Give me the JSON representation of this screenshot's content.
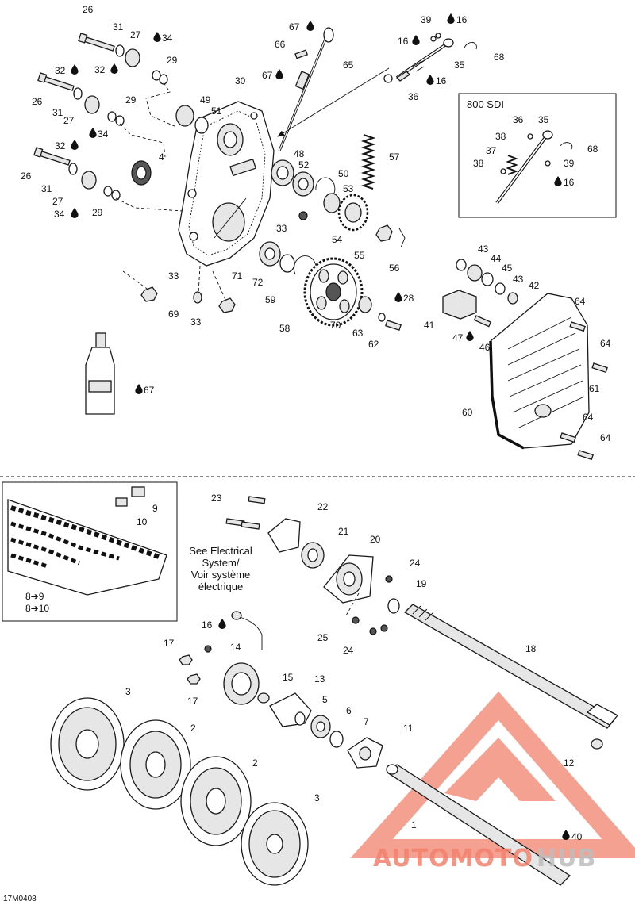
{
  "callouts": [
    {
      "id": "c26a",
      "text": "26"
    },
    {
      "id": "c31a",
      "text": "31"
    },
    {
      "id": "c27a",
      "text": "27"
    },
    {
      "id": "c34a",
      "text": "34"
    },
    {
      "id": "c32a",
      "text": "32"
    },
    {
      "id": "c29a",
      "text": "29"
    },
    {
      "id": "c32b",
      "text": "32"
    },
    {
      "id": "c26b",
      "text": "26"
    },
    {
      "id": "c31b",
      "text": "31"
    },
    {
      "id": "c27b",
      "text": "27"
    },
    {
      "id": "c34b",
      "text": "34"
    },
    {
      "id": "c29b",
      "text": "29"
    },
    {
      "id": "c32c",
      "text": "32"
    },
    {
      "id": "c26c",
      "text": "26"
    },
    {
      "id": "c31c",
      "text": "31"
    },
    {
      "id": "c27c",
      "text": "27"
    },
    {
      "id": "c34c",
      "text": "34"
    },
    {
      "id": "c29c",
      "text": "29"
    },
    {
      "id": "c30",
      "text": "30"
    },
    {
      "id": "c49",
      "text": "49"
    },
    {
      "id": "c51",
      "text": "51"
    },
    {
      "id": "c4",
      "text": "4"
    },
    {
      "id": "c67a",
      "text": "67"
    },
    {
      "id": "c66",
      "text": "66"
    },
    {
      "id": "c67b",
      "text": "67"
    },
    {
      "id": "c65",
      "text": "65"
    },
    {
      "id": "c39a",
      "text": "39"
    },
    {
      "id": "c16a",
      "text": "16"
    },
    {
      "id": "c16b",
      "text": "16"
    },
    {
      "id": "c68a",
      "text": "68"
    },
    {
      "id": "c35a",
      "text": "35"
    },
    {
      "id": "c16c",
      "text": "16"
    },
    {
      "id": "c36a",
      "text": "36"
    },
    {
      "id": "c57",
      "text": "57"
    },
    {
      "id": "c48",
      "text": "48"
    },
    {
      "id": "c52",
      "text": "52"
    },
    {
      "id": "c50",
      "text": "50"
    },
    {
      "id": "c53",
      "text": "53"
    },
    {
      "id": "c33a",
      "text": "33"
    },
    {
      "id": "c54",
      "text": "54"
    },
    {
      "id": "c55",
      "text": "55"
    },
    {
      "id": "c56",
      "text": "56"
    },
    {
      "id": "c71",
      "text": "71"
    },
    {
      "id": "c72",
      "text": "72"
    },
    {
      "id": "c59",
      "text": "59"
    },
    {
      "id": "c58",
      "text": "58"
    },
    {
      "id": "c70",
      "text": "70"
    },
    {
      "id": "c63",
      "text": "63"
    },
    {
      "id": "c62",
      "text": "62"
    },
    {
      "id": "c28",
      "text": "28"
    },
    {
      "id": "c33b",
      "text": "33"
    },
    {
      "id": "c69",
      "text": "69"
    },
    {
      "id": "c33c",
      "text": "33"
    },
    {
      "id": "c67c",
      "text": "67"
    },
    {
      "id": "c36b",
      "text": "36"
    },
    {
      "id": "c35b",
      "text": "35"
    },
    {
      "id": "c38a",
      "text": "38"
    },
    {
      "id": "c37",
      "text": "37"
    },
    {
      "id": "c38b",
      "text": "38"
    },
    {
      "id": "c68b",
      "text": "68"
    },
    {
      "id": "c39b",
      "text": "39"
    },
    {
      "id": "c16d",
      "text": "16"
    },
    {
      "id": "c43a",
      "text": "43"
    },
    {
      "id": "c44",
      "text": "44"
    },
    {
      "id": "c45",
      "text": "45"
    },
    {
      "id": "c43b",
      "text": "43"
    },
    {
      "id": "c42",
      "text": "42"
    },
    {
      "id": "c64a",
      "text": "64"
    },
    {
      "id": "c41",
      "text": "41"
    },
    {
      "id": "c47",
      "text": "47"
    },
    {
      "id": "c46",
      "text": "46"
    },
    {
      "id": "c64b",
      "text": "64"
    },
    {
      "id": "c61",
      "text": "61"
    },
    {
      "id": "c60",
      "text": "60"
    },
    {
      "id": "c64c",
      "text": "64"
    },
    {
      "id": "c64d",
      "text": "64"
    },
    {
      "id": "c9",
      "text": "9"
    },
    {
      "id": "c10",
      "text": "10"
    },
    {
      "id": "c23",
      "text": "23"
    },
    {
      "id": "c22",
      "text": "22"
    },
    {
      "id": "c21",
      "text": "21"
    },
    {
      "id": "c20",
      "text": "20"
    },
    {
      "id": "c24a",
      "text": "24"
    },
    {
      "id": "c19",
      "text": "19"
    },
    {
      "id": "c25",
      "text": "25"
    },
    {
      "id": "c24b",
      "text": "24"
    },
    {
      "id": "c18",
      "text": "18"
    },
    {
      "id": "c16e",
      "text": "16"
    },
    {
      "id": "c14",
      "text": "14"
    },
    {
      "id": "c17a",
      "text": "17"
    },
    {
      "id": "c17b",
      "text": "17"
    },
    {
      "id": "c15",
      "text": "15"
    },
    {
      "id": "c13",
      "text": "13"
    },
    {
      "id": "c5",
      "text": "5"
    },
    {
      "id": "c6",
      "text": "6"
    },
    {
      "id": "c7",
      "text": "7"
    },
    {
      "id": "c11",
      "text": "11"
    },
    {
      "id": "c3a",
      "text": "3"
    },
    {
      "id": "c2a",
      "text": "2"
    },
    {
      "id": "c2b",
      "text": "2"
    },
    {
      "id": "c3b",
      "text": "3"
    },
    {
      "id": "c12",
      "text": "12"
    },
    {
      "id": "c1",
      "text": "1"
    },
    {
      "id": "c40",
      "text": "40"
    }
  ],
  "notes": {
    "box_800sdi_title": "800 SDI",
    "electrical_line1": "See Electrical",
    "electrical_line2": "System/",
    "electrical_line3": "Voir système",
    "electrical_line4": "électrique",
    "track_ref1": "8➔9",
    "track_ref2": "8➔10",
    "figure_code": "17M0408"
  },
  "watermark": {
    "text_part1": "AUTOMOTO",
    "text_part2": "HUB",
    "color_primary": "#f2826e",
    "color_secondary": "#c8c8c8"
  },
  "colors": {
    "line": "#1a1a1a",
    "drop": "#111111",
    "background": "#ffffff"
  },
  "icons": {
    "lubricant": "drop-icon",
    "arrow": "arrow-icon"
  }
}
